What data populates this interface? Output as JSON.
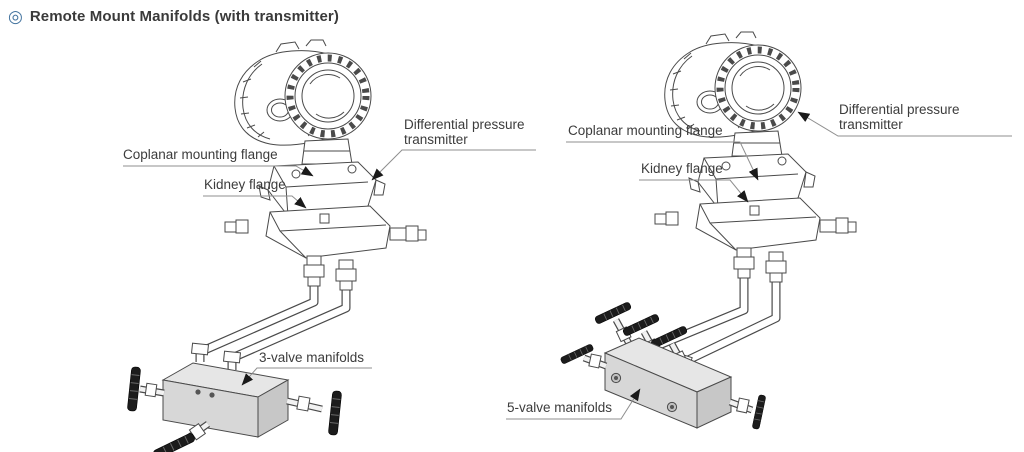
{
  "header": {
    "icon": "double-circle",
    "title": "Remote Mount Manifolds (with transmitter)",
    "accent_color": "#44749f",
    "text_color": "#3a3a3a"
  },
  "figures": [
    {
      "id": "left-assembly",
      "description": "Differential pressure transmitter remote-mounted with 3-valve manifold",
      "labels": {
        "coplanar": "Coplanar mounting flange",
        "kidney": "Kidney flange",
        "transmitter_line1": "Differential pressure",
        "transmitter_line2": "transmitter",
        "manifold": "3-valve manifolds"
      }
    },
    {
      "id": "right-assembly",
      "description": "Differential pressure transmitter remote-mounted with 5-valve manifold",
      "labels": {
        "coplanar": "Coplanar mounting flange",
        "kidney": "Kidney flange",
        "transmitter_line1": "Differential pressure",
        "transmitter_line2": "transmitter",
        "manifold": "5-valve manifolds"
      }
    }
  ]
}
